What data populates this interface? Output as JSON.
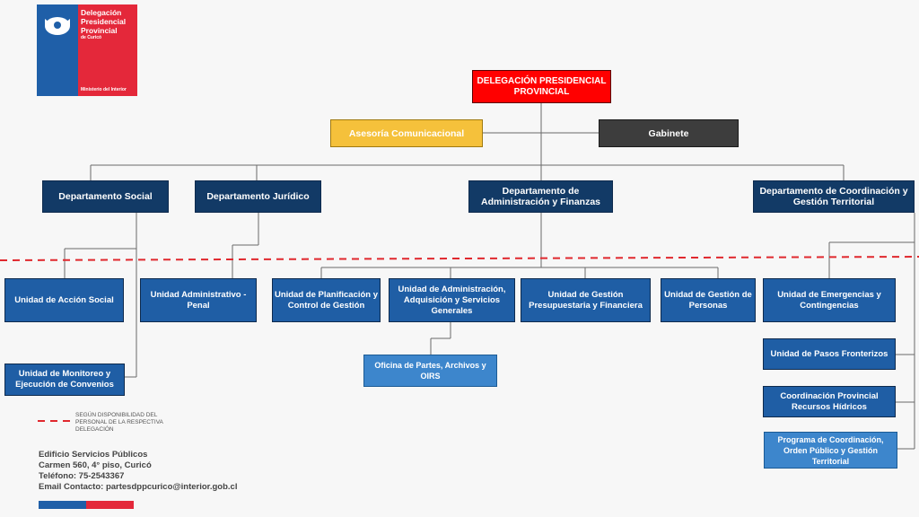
{
  "logo": {
    "title": "Delegación\nPresidencial\nProvincial",
    "subtitle": "de Curicó",
    "ministry": "Ministerio del Interior"
  },
  "top": {
    "delegacion": "DELEGACIÓN PRESIDENCIAL PROVINCIAL",
    "asesoria": "Asesoría Comunicacional",
    "gabinete": "Gabinete"
  },
  "departments": {
    "social": "Departamento Social",
    "juridico": "Departamento Jurídico",
    "admin": "Departamento de Administración y Finanzas",
    "coordinacion": "Departamento de Coordinación y Gestión Territorial"
  },
  "units": {
    "accion_social": "Unidad de Acción Social",
    "monitoreo": "Unidad de Monitoreo y Ejecución de Convenios",
    "admin_penal": "Unidad Administrativo - Penal",
    "planificacion": "Unidad de Planificación y Control de Gestión",
    "adquisicion": "Unidad de Administración, Adquisición y Servicios Generales",
    "presupuestaria": "Unidad de Gestión Presupuestaria y Financiera",
    "personas": "Unidad de Gestión de Personas",
    "oficina_partes": "Oficina de Partes, Archivos y OIRS",
    "emergencias": "Unidad de Emergencias y Contingencias",
    "pasos": "Unidad de Pasos Fronterizos",
    "recursos_hidricos": "Coordinación Provincial Recursos Hídricos",
    "programa": "Programa de Coordinación, Orden Público y Gestión Territorial"
  },
  "legend": {
    "text": "SEGÚN DISPONIBILIDAD DEL PERSONAL DE LA RESPECTIVA DELEGACIÓN"
  },
  "address": {
    "line1": "Edificio Servicios Públicos",
    "line2": "Carmen 560, 4° piso, Curicó",
    "line3": "Teléfono: 75-2543367",
    "line4": "Email Contacto: partesdppcurico@interior.gob.cl"
  },
  "colors": {
    "navy": "#123a66",
    "blue": "#1f5ea5",
    "light_blue": "#3d86cc",
    "red": "#ff0000",
    "yellow": "#f5c13b",
    "gray": "#3d3d3d",
    "dashed_line": "#e0282e"
  }
}
